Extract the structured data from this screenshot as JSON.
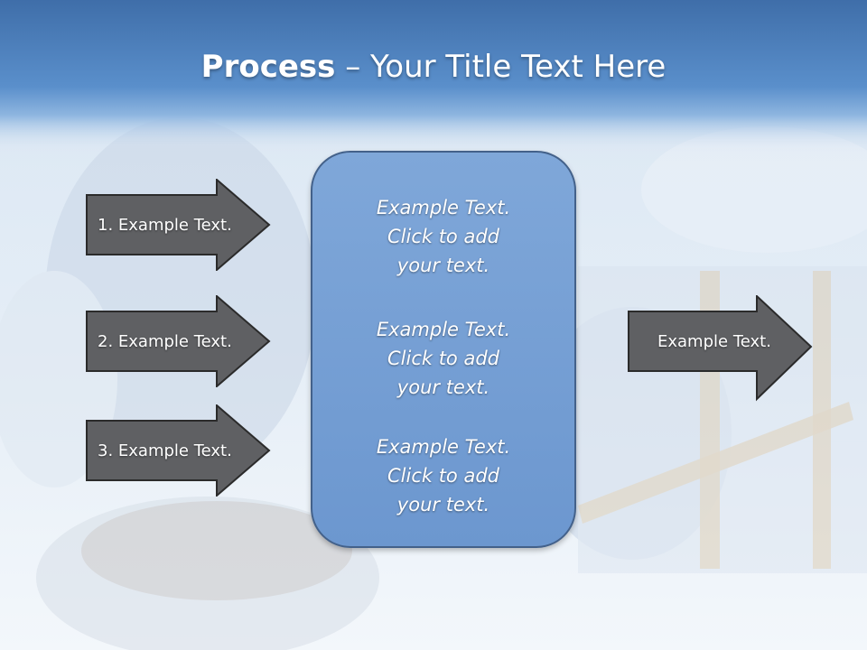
{
  "title": {
    "bold": "Process",
    "separator": " – ",
    "rest": "Your Title Text Here"
  },
  "left_steps": [
    {
      "label": "1. Example Text."
    },
    {
      "label": "2. Example Text."
    },
    {
      "label": "3. Example Text."
    }
  ],
  "center_box": {
    "paragraphs": [
      {
        "lines": [
          "Example Text.",
          "Click  to add",
          "your text."
        ]
      },
      {
        "lines": [
          "Example Text.",
          "Click  to add",
          "your text."
        ]
      },
      {
        "lines": [
          "Example Text.",
          "Click  to add",
          "your text."
        ]
      }
    ]
  },
  "right_output": {
    "label": "Example Text."
  },
  "colors": {
    "header_blue": "#4a7fbc",
    "arrow_fill": "#5f6063",
    "arrow_stroke": "#2b2b2b",
    "box_fill": "#7aa2d6",
    "box_stroke": "#43618a"
  }
}
